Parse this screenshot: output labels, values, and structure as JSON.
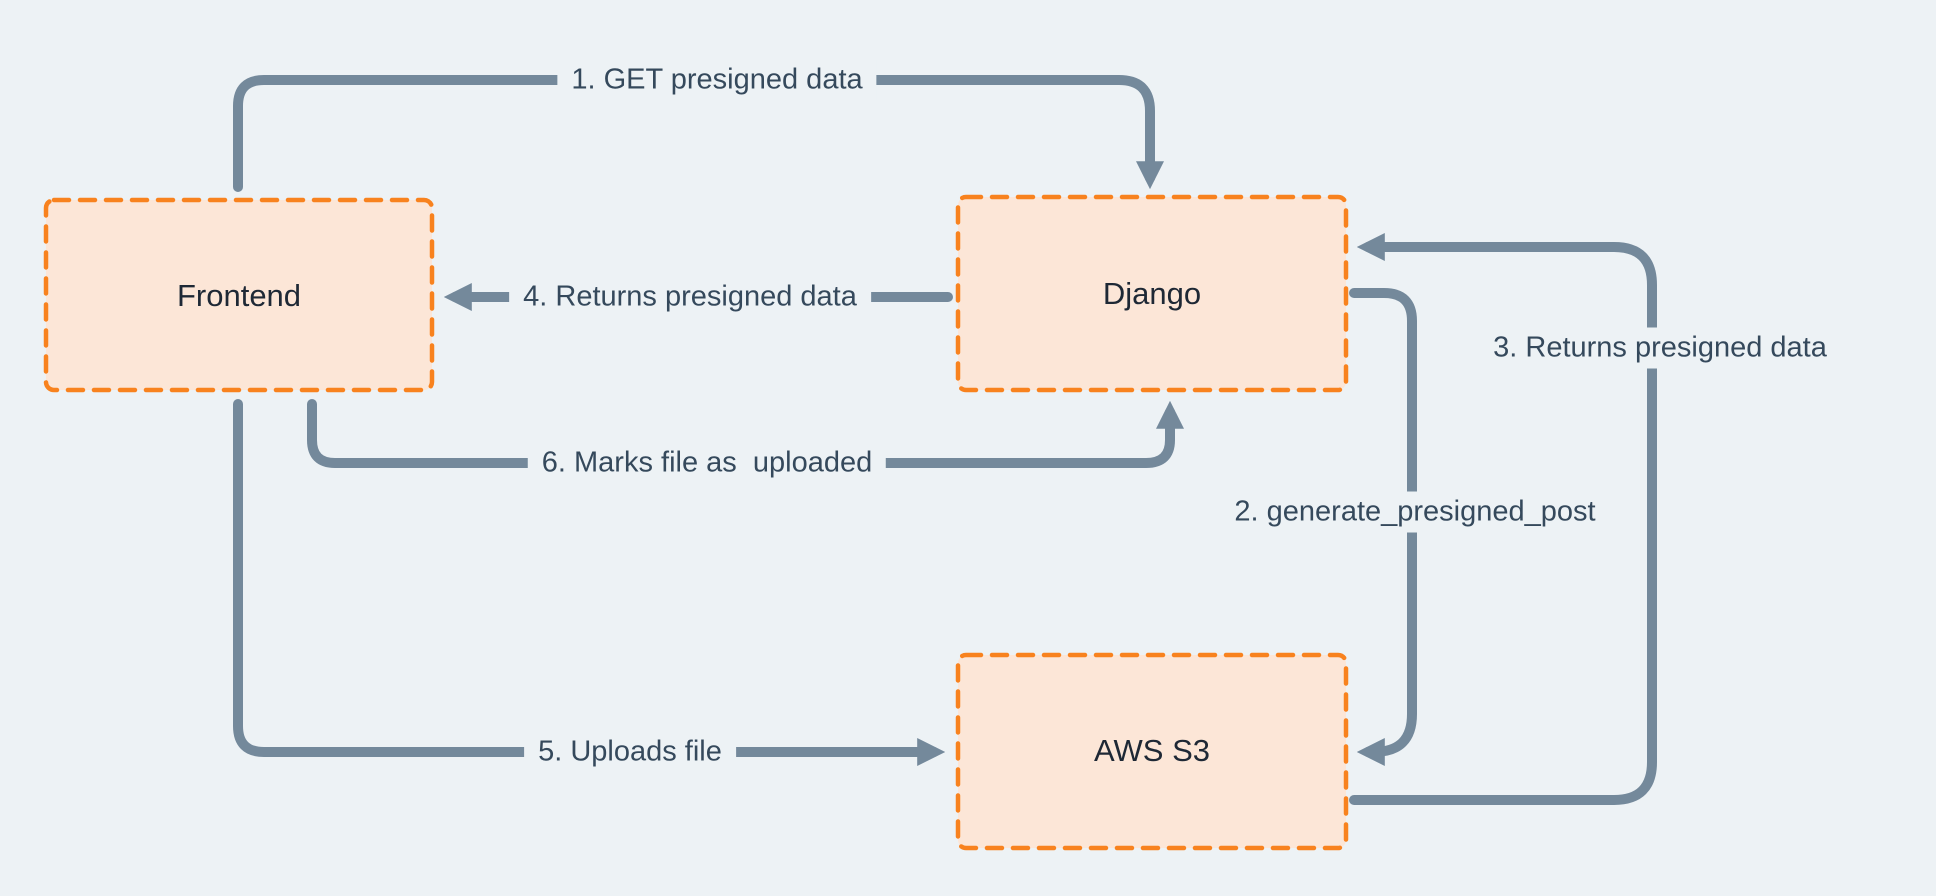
{
  "diagram": {
    "nodes": [
      {
        "id": "frontend",
        "label": "Frontend"
      },
      {
        "id": "django",
        "label": "Django"
      },
      {
        "id": "aws_s3",
        "label": "AWS S3"
      }
    ],
    "edges": [
      {
        "id": "1",
        "label": "1. GET presigned data",
        "from": "frontend",
        "to": "django"
      },
      {
        "id": "2",
        "label": "2. generate_presigned_post",
        "from": "django",
        "to": "aws_s3"
      },
      {
        "id": "3",
        "label": "3. Returns presigned data",
        "from": "aws_s3",
        "to": "django"
      },
      {
        "id": "4",
        "label": "4. Returns presigned data",
        "from": "django",
        "to": "frontend"
      },
      {
        "id": "5",
        "label": "5. Uploads file",
        "from": "frontend",
        "to": "aws_s3"
      },
      {
        "id": "6",
        "label": "6. Marks file as  uploaded",
        "from": "frontend",
        "to": "django"
      }
    ]
  },
  "colors": {
    "bg": "#edf2f5",
    "line": "#74899b",
    "box_fill": "#fce6d7",
    "box_border": "#f8821e",
    "title_text": "#1e2835",
    "label_text": "#35495c"
  }
}
